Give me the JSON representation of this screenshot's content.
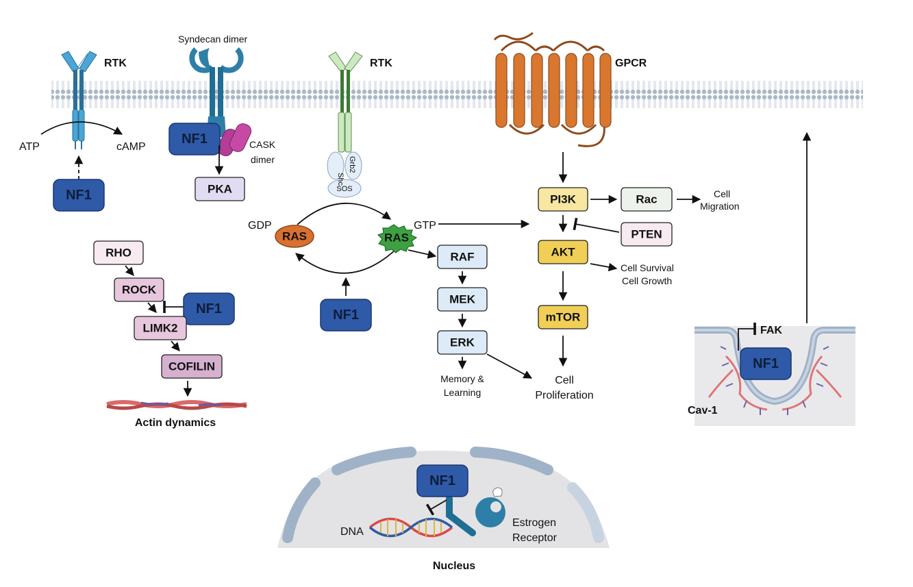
{
  "labels": {
    "rtk_left": "RTK",
    "syndecan": "Syndecan dimer",
    "rtk_mid": "RTK",
    "gpcr": "GPCR",
    "atp": "ATP",
    "camp": "cAMP",
    "cask_line1": "CASK",
    "cask_line2": "dimer",
    "shc": "Shc",
    "grb2": "Grb2",
    "sos": "SOS",
    "gdp": "GDP",
    "gtp": "GTP",
    "ras_gdp": "RAS",
    "ras_gtp": "RAS",
    "cell_migration_1": "Cell",
    "cell_migration_2": "Migration",
    "cell_survival": "Cell Survival",
    "cell_growth": "Cell Growth",
    "memory_1": "Memory &",
    "memory_2": "Learning",
    "prolif_1": "Cell",
    "prolif_2": "Proliferation",
    "actin": "Actin dynamics",
    "fak": "FAK",
    "cav1": "Cav-1",
    "dna": "DNA",
    "estrogen_1": "Estrogen",
    "estrogen_2": "Receptor",
    "nucleus": "Nucleus"
  },
  "nodes": {
    "nf1_rtk": "NF1",
    "nf1_syndecan": "NF1",
    "pka": "PKA",
    "nf1_ras": "NF1",
    "rho": "RHO",
    "rock": "ROCK",
    "nf1_rock": "NF1",
    "limk2": "LIMK2",
    "cofilin": "COFILIN",
    "raf": "RAF",
    "mek": "MEK",
    "erk": "ERK",
    "pi3k": "PI3K",
    "rac": "Rac",
    "pten": "PTEN",
    "akt": "AKT",
    "mtor": "mTOR",
    "nf1_cav": "NF1",
    "nf1_nucleus": "NF1"
  },
  "colors": {
    "nf1": "#2f5aa8",
    "membrane": "#a9b8c6",
    "rtk_blue": "#4aa6d6",
    "rtk_green": "#cde9c2",
    "gpcr": "#d9772f",
    "cask": "#b43e95",
    "pink_box": "#e6c7dc",
    "purple_box": "#e2dcf2",
    "light_blue_box": "#dcebf7",
    "yellow_box": "#f7e7a1",
    "gold_box": "#f1cf57",
    "ras_gdp": "#d9702f",
    "ras_gtp": "#3da142"
  }
}
